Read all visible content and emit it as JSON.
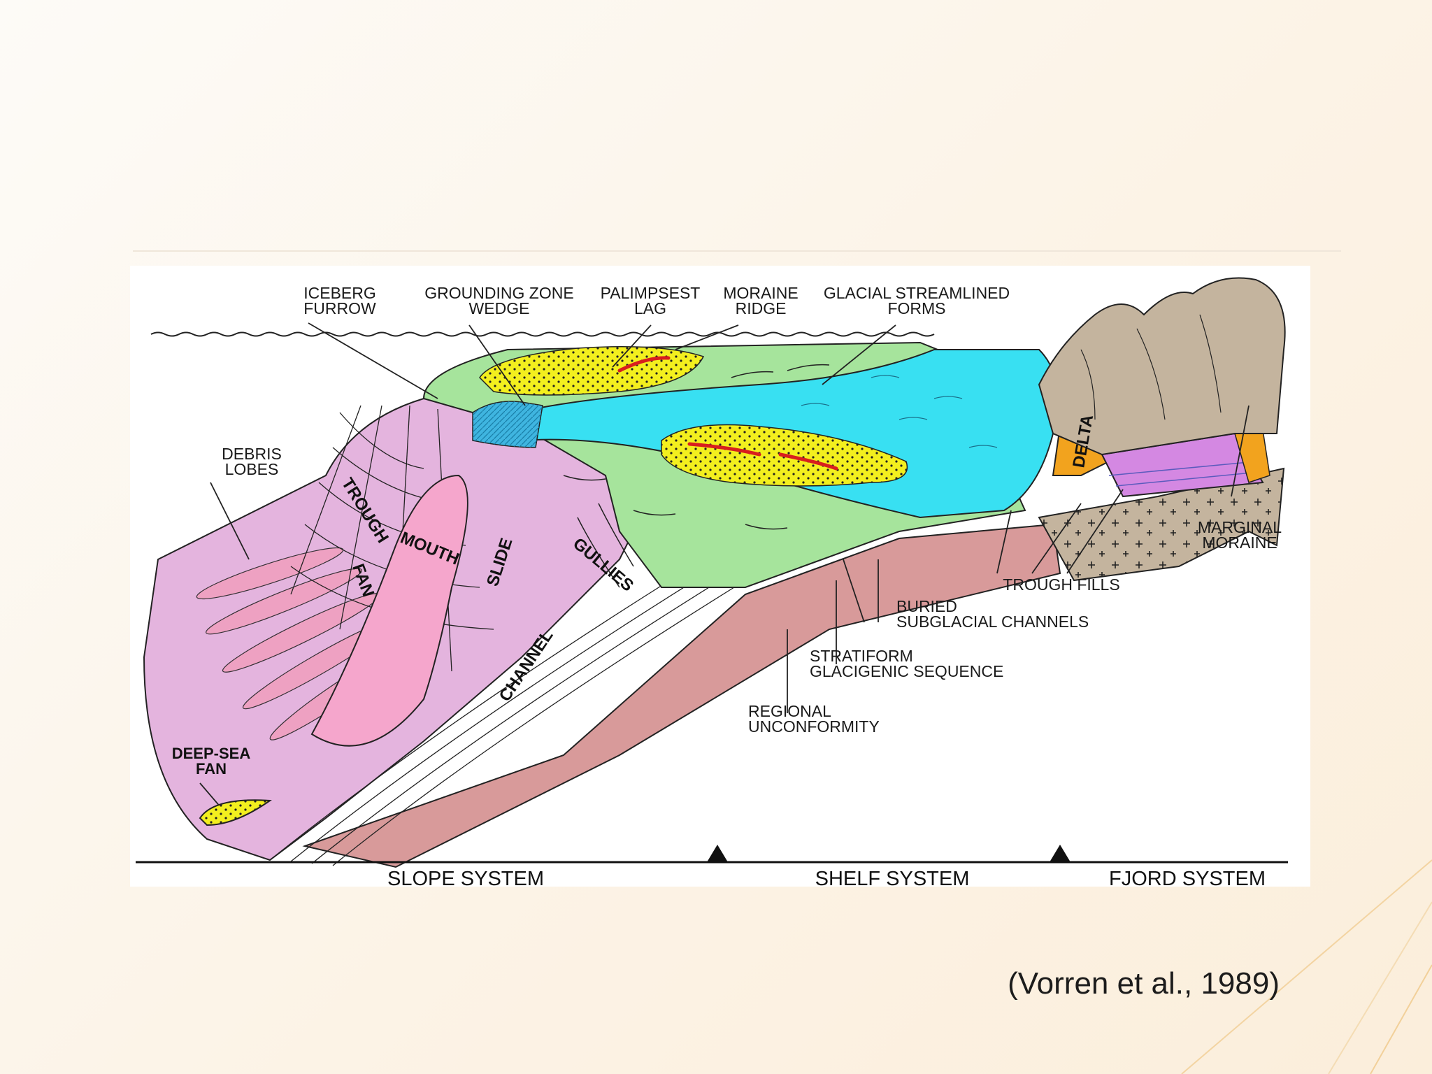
{
  "labels": {
    "iceberg_furrow": [
      "ICEBERG",
      "FURROW"
    ],
    "grounding_zone_wedge": [
      "GROUNDING ZONE",
      "WEDGE"
    ],
    "palimpsest_lag": [
      "PALIMPSEST",
      "LAG"
    ],
    "moraine_ridge": [
      "MORAINE",
      "RIDGE"
    ],
    "glacial_streamlined_forms": [
      "GLACIAL STREAMLINED",
      "FORMS"
    ],
    "debris_lobes": [
      "DEBRIS",
      "LOBES"
    ],
    "marginal_moraine": [
      "MARGINAL",
      "MORAINE"
    ],
    "trough_fills": "TROUGH FILLS",
    "buried_subglacial_channels": [
      "BURIED",
      "SUBGLACIAL CHANNELS"
    ],
    "stratiform_glacigenic_sequence": [
      "STRATIFORM",
      "GLACIGENIC SEQUENCE"
    ],
    "regional_unconformity": [
      "REGIONAL",
      "UNCONFORMITY"
    ],
    "deep_sea_fan": [
      "DEEP-SEA",
      "FAN"
    ]
  },
  "inline_labels": {
    "trough": "TROUGH",
    "mouth": "MOUTH",
    "fan": "FAN",
    "slide": "SLIDE",
    "gullies": "GULLIES",
    "channel": "CHANNEL",
    "delta": "DELTA"
  },
  "systems": [
    "SLOPE SYSTEM",
    "SHELF SYSTEM",
    "FJORD SYSTEM"
  ],
  "citation": "(Vorren et al., 1989)",
  "colors": {
    "slope_pink": "#e4b4de",
    "shelf_green": "#a6e49c",
    "water_cyan": "#38e0f2",
    "sand_yellow": "#f3ef1e",
    "moraine_red": "#d81e1e",
    "rock_brown": "#c4b49e",
    "bedrock_rose": "#d89a9a",
    "delta_orange": "#f2a31e",
    "fjord_purple": "#d488e2"
  }
}
